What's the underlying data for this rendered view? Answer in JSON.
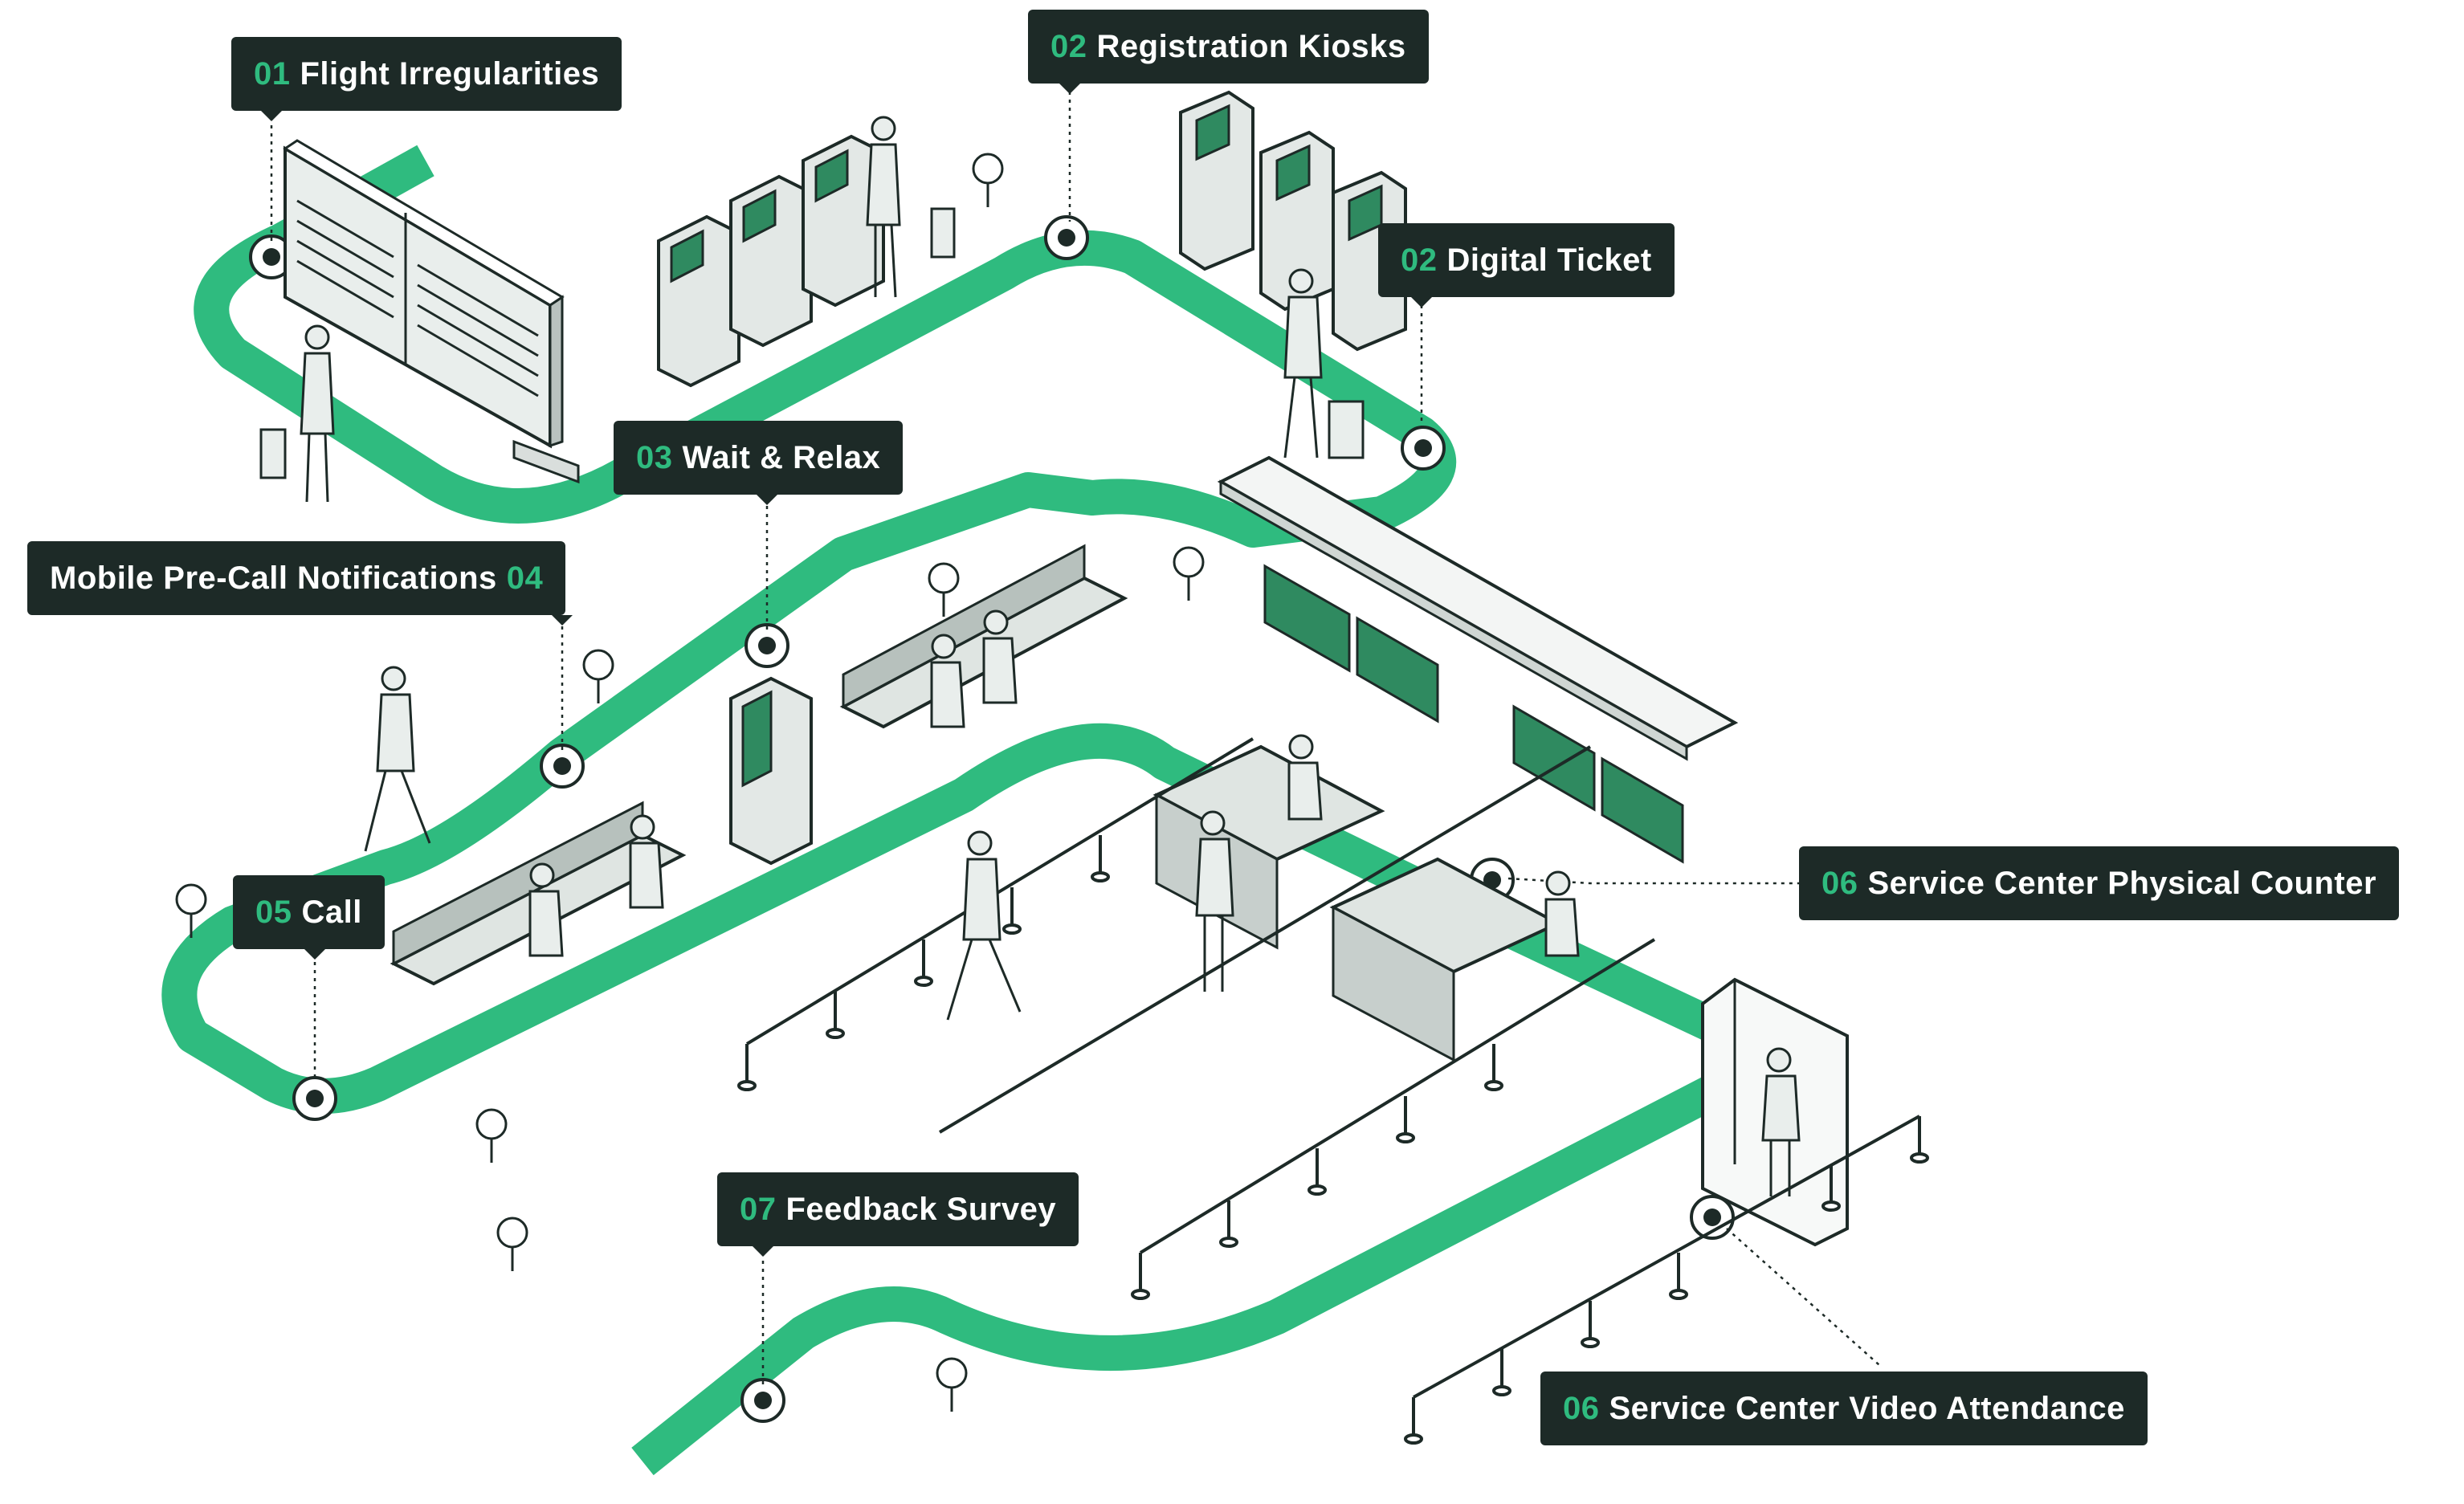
{
  "colors": {
    "path": "#2fbb7f",
    "accent": "#2fbb7f",
    "label_bg": "#1d2a27",
    "label_text": "#ffffff",
    "line": "#1d2a27",
    "screen": "#2f8a60"
  },
  "steps": [
    {
      "num": "01",
      "text": "Flight Irregularities"
    },
    {
      "num": "02",
      "text": "Registration Kiosks"
    },
    {
      "num": "02",
      "text": "Digital Ticket"
    },
    {
      "num": "03",
      "text": "Wait & Relax"
    },
    {
      "num": "04",
      "text": "Mobile Pre-Call Notifications"
    },
    {
      "num": "05",
      "text": "Call"
    },
    {
      "num": "06",
      "text": "Service Center Physical Counter"
    },
    {
      "num": "06",
      "text": "Service Center Video Attendance"
    },
    {
      "num": "07",
      "text": "Feedback Survey"
    }
  ]
}
